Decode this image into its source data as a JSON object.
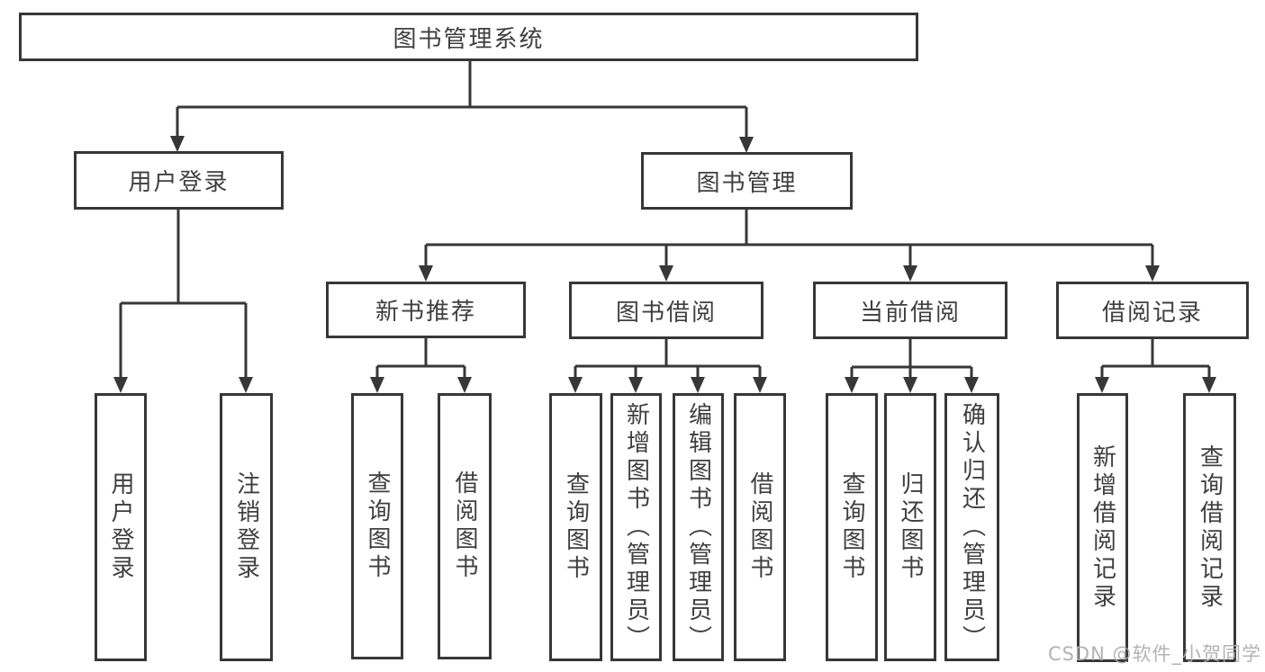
{
  "diagram_title": "图书管理系统",
  "nodes": {
    "root": "图书管理系统",
    "user_login": "用户登录",
    "book_mgmt": "图书管理",
    "new_rec": "新书推荐",
    "book_borrow": "图书借阅",
    "current_borrow": "当前借阅",
    "borrow_records": "借阅记录",
    "leaf_user_login": "用户登录",
    "leaf_logout": "注销登录",
    "leaf_query_books_1": "查询图书",
    "leaf_borrow_books_1": "借阅图书",
    "leaf_query_books_2": "查询图书",
    "leaf_add_book": "新增图书（管理员）",
    "leaf_edit_book": "编辑图书（管理员）",
    "leaf_borrow_books_2": "借阅图书",
    "leaf_query_books_3": "查询图书",
    "leaf_return_book": "归还图书",
    "leaf_confirm_return": "确认归还（管理员）",
    "leaf_add_record": "新增借阅记录",
    "leaf_query_record": "查询借阅记录"
  },
  "structure": {
    "root": "图书管理系统",
    "children": [
      {
        "label": "用户登录",
        "children": [
          "用户登录",
          "注销登录"
        ]
      },
      {
        "label": "图书管理",
        "children": [
          {
            "label": "新书推荐",
            "children": [
              "查询图书",
              "借阅图书"
            ]
          },
          {
            "label": "图书借阅",
            "children": [
              "查询图书",
              "新增图书（管理员）",
              "编辑图书（管理员）",
              "借阅图书"
            ]
          },
          {
            "label": "当前借阅",
            "children": [
              "查询图书",
              "归还图书",
              "确认归还（管理员）"
            ]
          },
          {
            "label": "借阅记录",
            "children": [
              "新增借阅记录",
              "查询借阅记录"
            ]
          }
        ]
      }
    ]
  },
  "watermark": "CSDN @软件_小贺同学",
  "colors": {
    "line": "#373737",
    "text": "#3f3f3f",
    "watermark": "#acacb0",
    "background": "#ffffff"
  }
}
